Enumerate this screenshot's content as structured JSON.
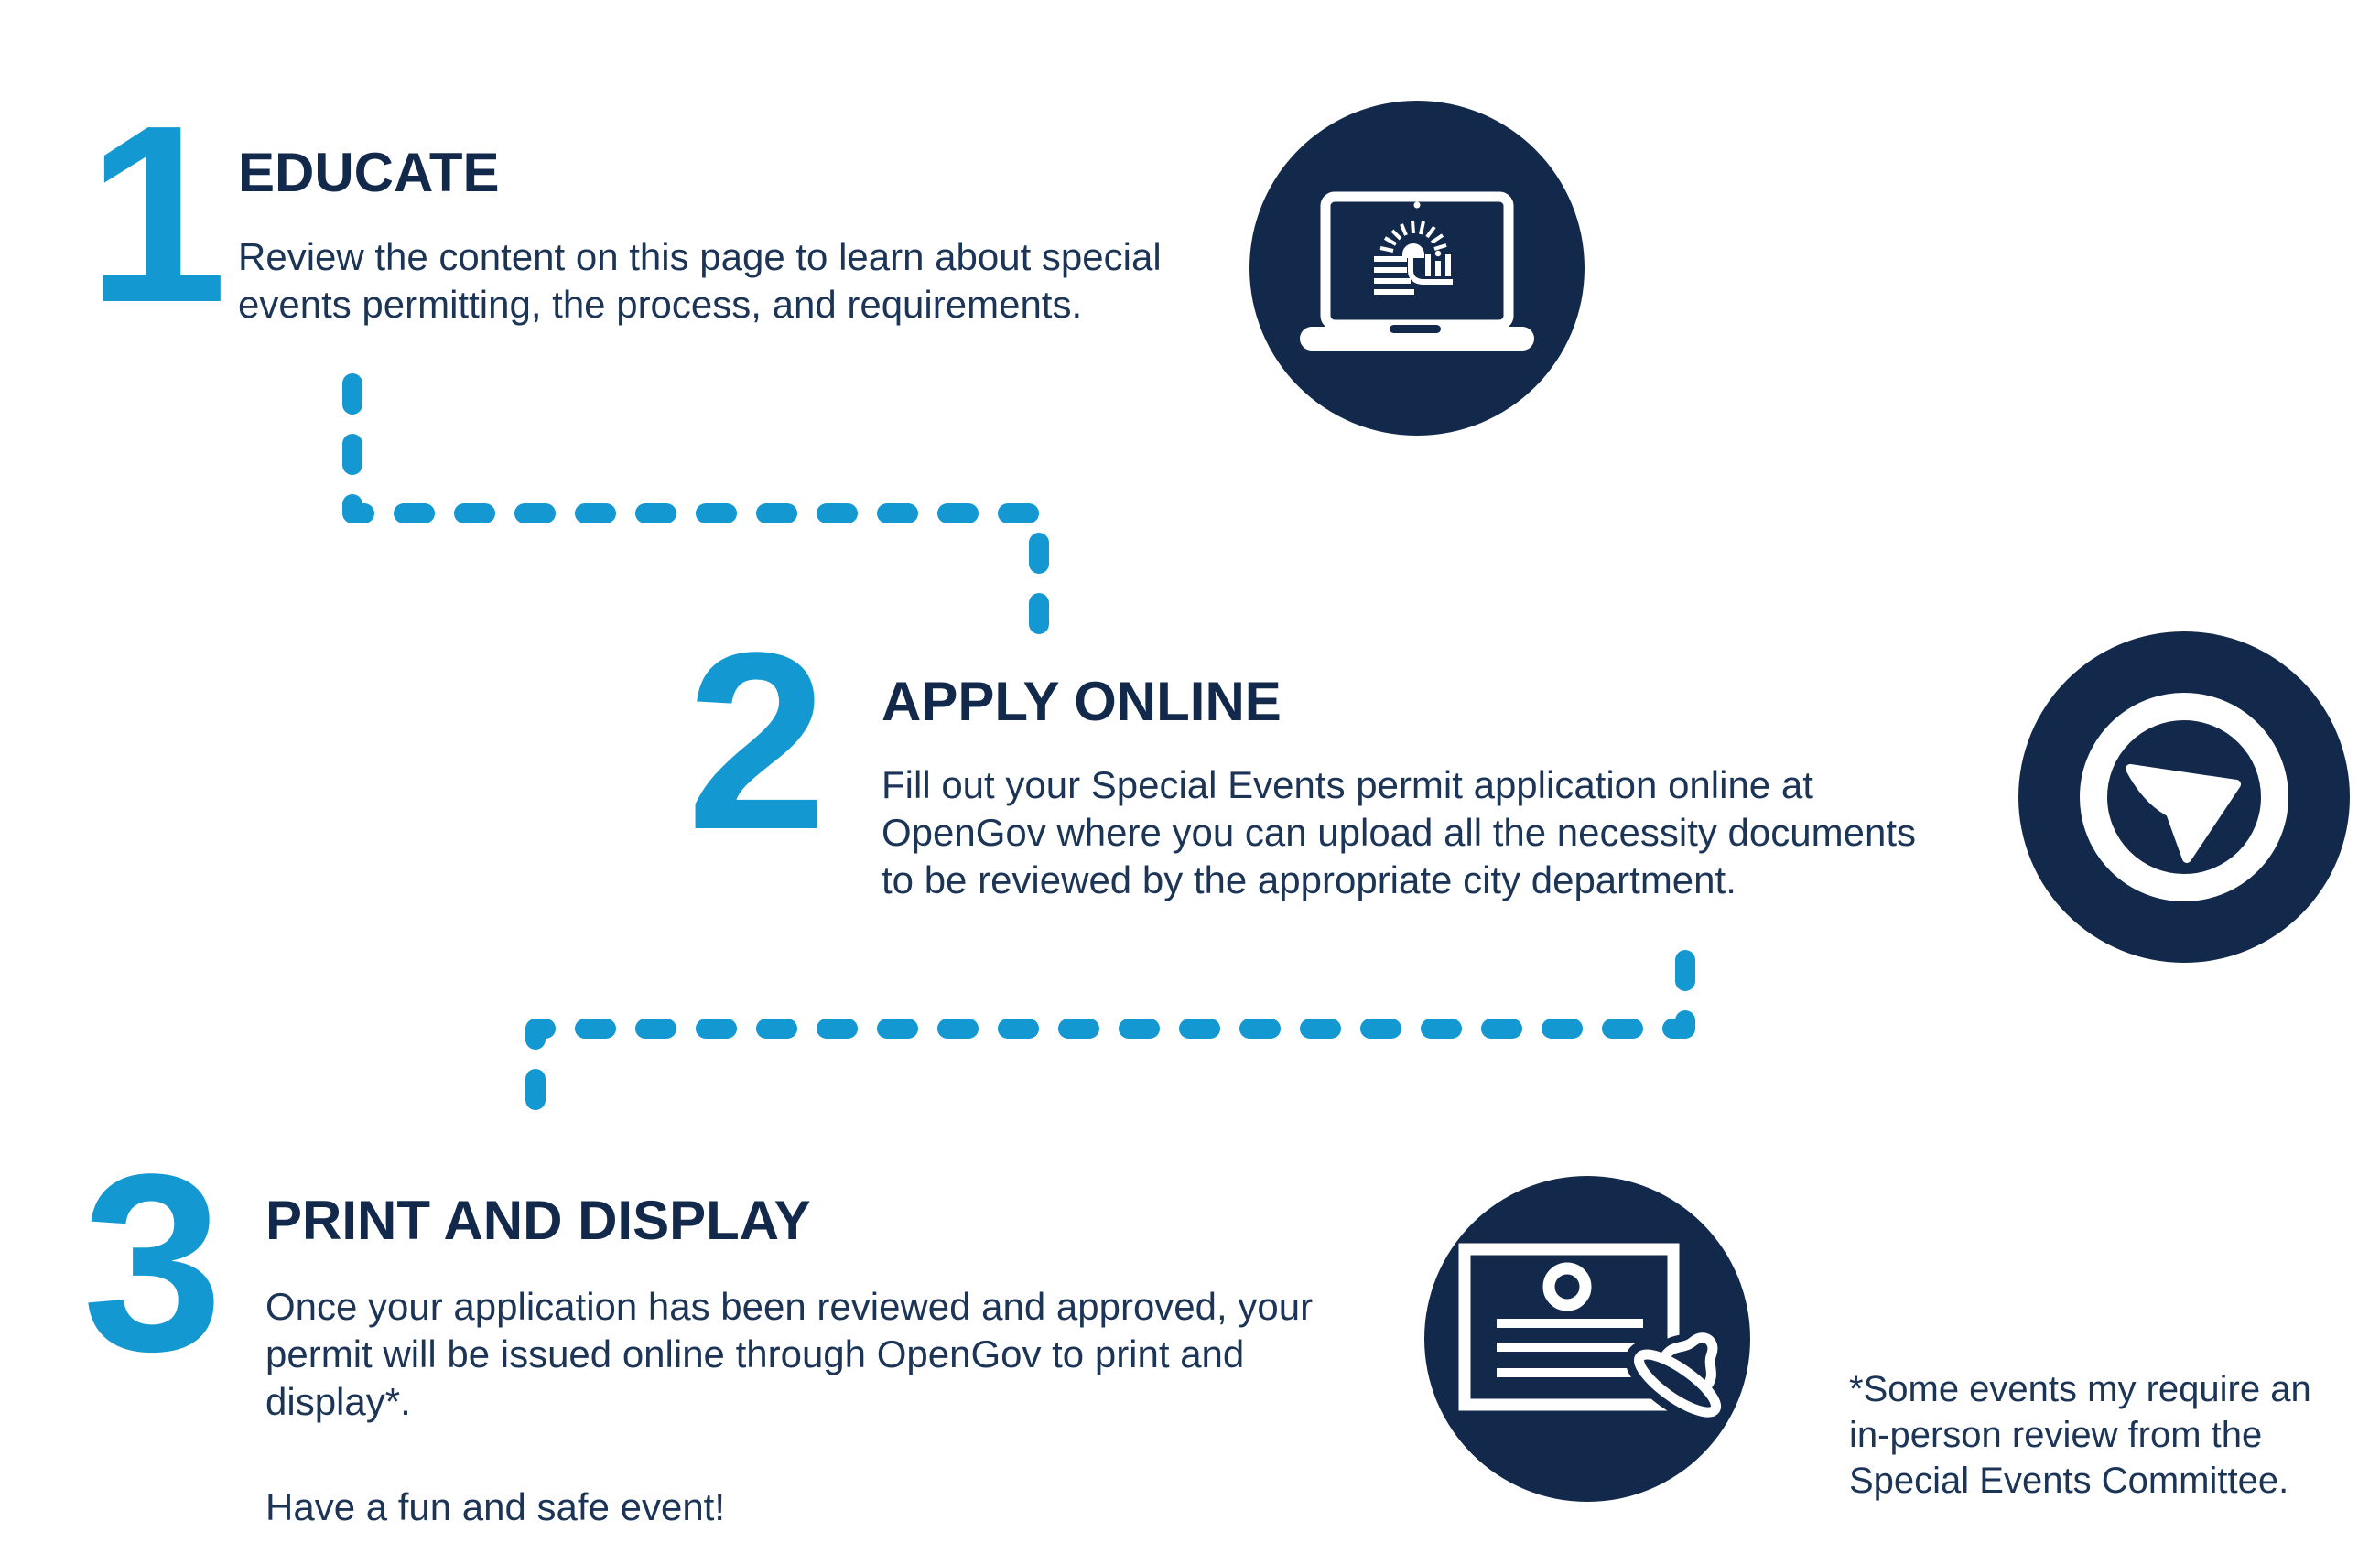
{
  "colors": {
    "accent_blue": "#1498D2",
    "navy": "#13294B",
    "body_text": "#1C3557",
    "background": "#ffffff"
  },
  "steps": [
    {
      "number": "1",
      "title": "EDUCATE",
      "body": "Review the content on this page to learn about special\nevents permitting, the process, and requirements.",
      "icon": "laptop"
    },
    {
      "number": "2",
      "title": "APPLY ONLINE",
      "body": "Fill out your Special Events permit application online at\nOpenGov where you can upload all the necessity documents\nto be reviewed by the appropriate city department.",
      "icon": "paper-plane"
    },
    {
      "number": "3",
      "title": "PRINT AND DISPLAY",
      "body": "Once your application has been reviewed and approved, your\npermit will be issued online through OpenGov to print and\ndisplay*.",
      "body2": "Have a fun and safe event!",
      "icon": "permit-stamp"
    }
  ],
  "footnote": "*Some events my require an\nin-person review from the\nSpecial Events Committee."
}
